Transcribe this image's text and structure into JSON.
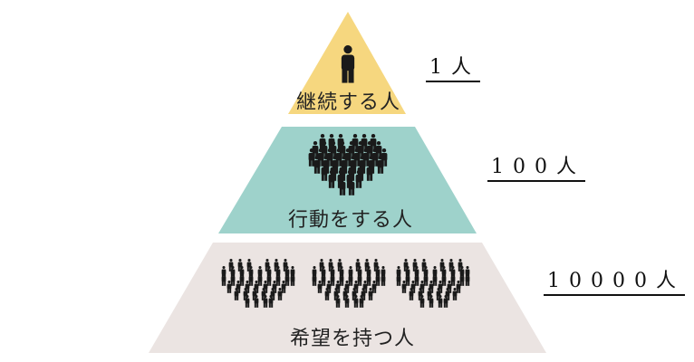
{
  "tiers": [
    {
      "label": "継続する人",
      "count": "1人",
      "color": "#F6D77F"
    },
    {
      "label": "行動をする人",
      "count": "100人",
      "color": "#9ED2CB"
    },
    {
      "label": "希望を持つ人",
      "count": "10000人",
      "color": "#EBE4E2"
    }
  ],
  "icons": [
    "person-icon",
    "crowd-icon",
    "large-crowd-icon"
  ],
  "icon_color": "#1a1a1a"
}
